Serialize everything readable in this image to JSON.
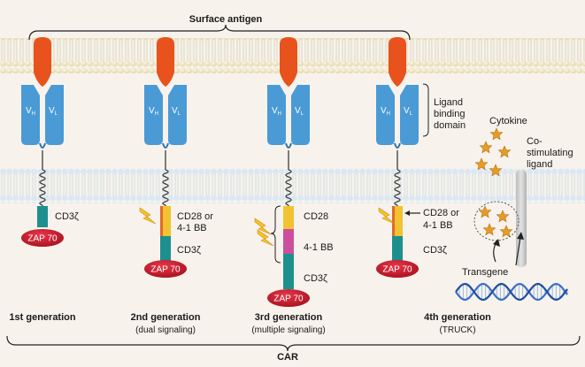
{
  "title": "Surface antigen",
  "footer": "CAR",
  "domain_labels": {
    "vh": "V",
    "vh_sub": "H",
    "vl": "V",
    "vl_sub": "L",
    "zap": "ZAP 70"
  },
  "ligand_label": [
    "Ligand",
    "binding",
    "domain"
  ],
  "cytokine_label": "Cytokine",
  "costim_label": [
    "Co-",
    "stimulating",
    "ligand"
  ],
  "transgene_label": "Transgene",
  "generations": [
    {
      "name": "1st generation",
      "subtitle": "",
      "signals": [
        "CD3ζ"
      ]
    },
    {
      "name": "2nd generation",
      "subtitle": "(dual signaling)",
      "signals": [
        "CD28 or",
        "4-1 BB",
        "CD3ζ"
      ]
    },
    {
      "name": "3rd generation",
      "subtitle": "(multiple signaling)",
      "signals": [
        "CD28",
        "4-1 BB",
        "CD3ζ"
      ]
    },
    {
      "name": "4th generation",
      "subtitle": "(TRUCK)",
      "signals": [
        "CD28 or",
        "4-1 BB",
        "CD3ζ"
      ]
    }
  ],
  "colors": {
    "background": "#f7f3ec",
    "membrane_head": "#f1e6c6",
    "scfv_blue": "#4a9ad6",
    "antigen_orange": "#e8521c",
    "cd3z_teal": "#1d8f8f",
    "cd28_yellow": "#f1c232",
    "bb_pink": "#cc4f9e",
    "zap_red": "#c8182a",
    "lightning": "#f7c325",
    "star": "#e79b25",
    "dna_blue": "#3b6fc8"
  }
}
